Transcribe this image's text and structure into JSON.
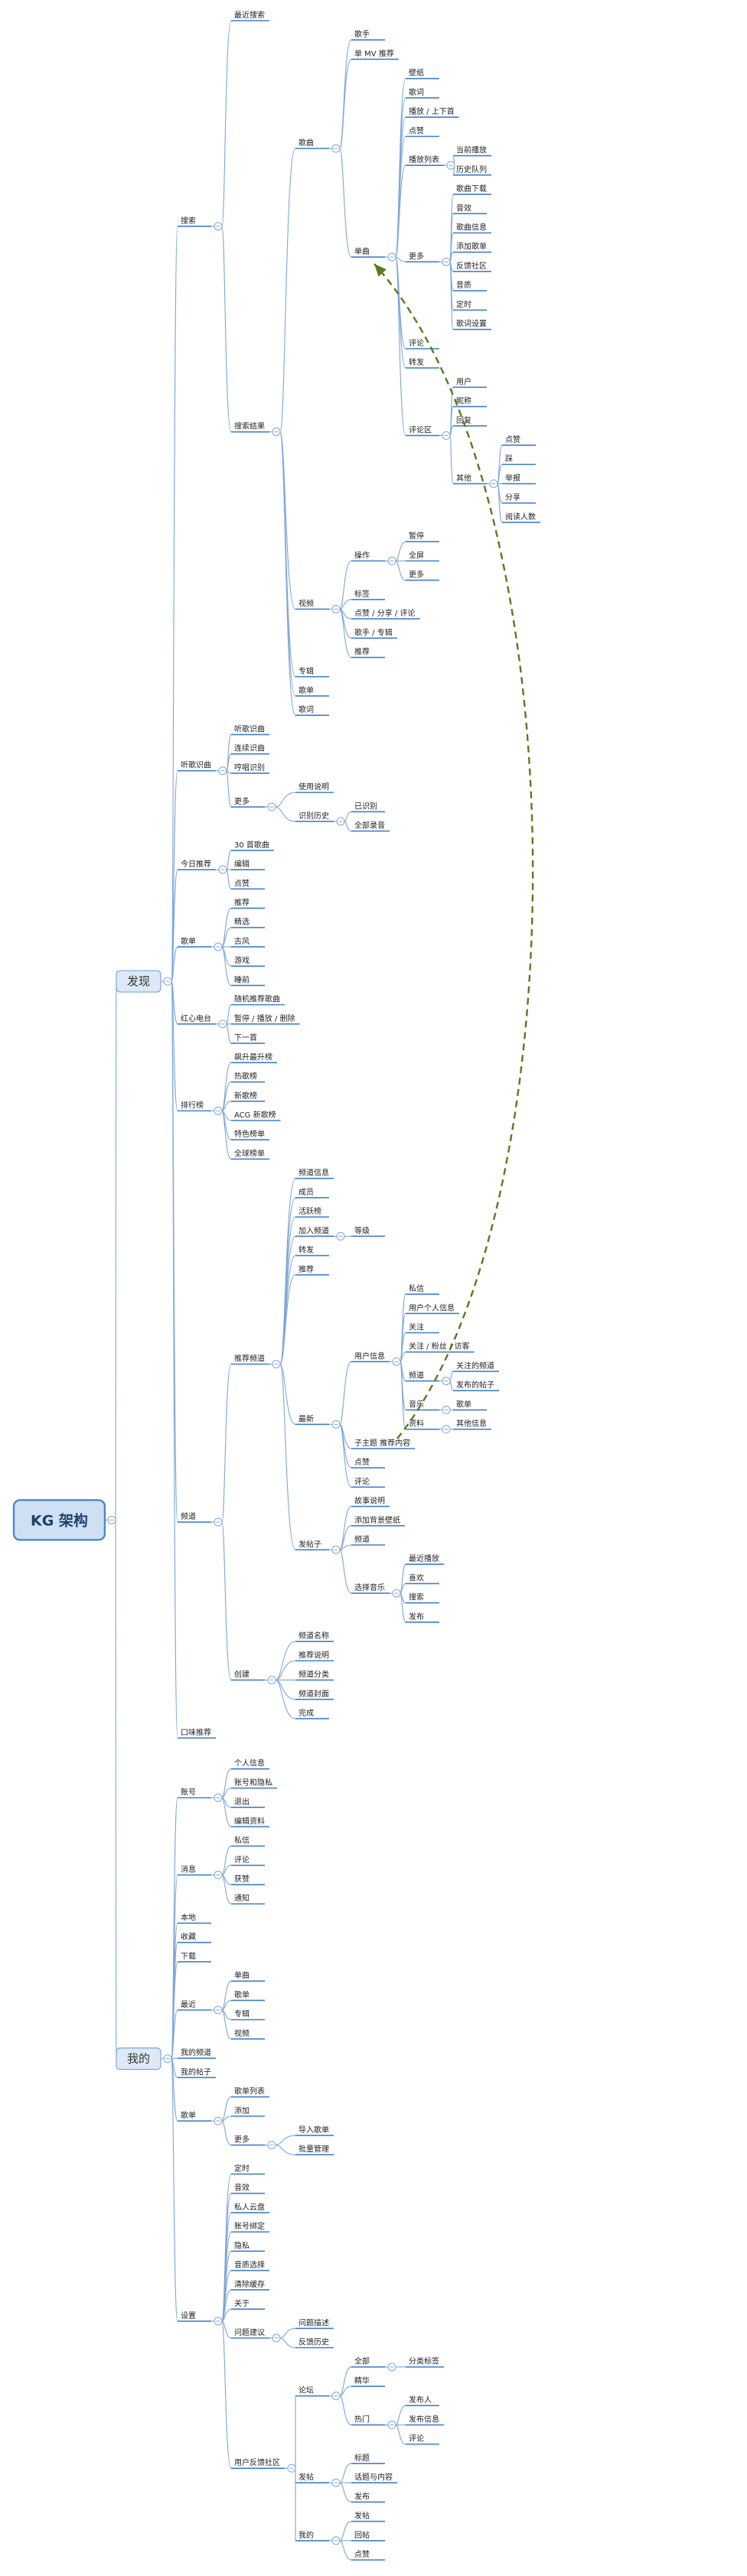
{
  "diagram": {
    "root": {
      "label": "KG 架构",
      "children": [
        {
          "label": "发现",
          "children": [
            {
              "label": "搜索",
              "children": [
                {
                  "label": "最近搜索"
                },
                {
                  "label": "搜索结果",
                  "children": [
                    {
                      "label": "歌曲",
                      "children": [
                        {
                          "label": "歌手"
                        },
                        {
                          "label": "单 MV 推荐"
                        },
                        {
                          "label": "单曲",
                          "children": [
                            {
                              "label": "壁纸"
                            },
                            {
                              "label": "歌词"
                            },
                            {
                              "label": "播放 / 上下首"
                            },
                            {
                              "label": "点赞"
                            },
                            {
                              "label": "播放列表",
                              "children": [
                                {
                                  "label": "当前播放"
                                },
                                {
                                  "label": "历史队列"
                                }
                              ]
                            },
                            {
                              "label": "更多",
                              "children": [
                                {
                                  "label": "歌曲下载"
                                },
                                {
                                  "label": "音效"
                                },
                                {
                                  "label": "歌曲信息"
                                },
                                {
                                  "label": "添加歌单"
                                },
                                {
                                  "label": "反馈社区"
                                },
                                {
                                  "label": "音质"
                                },
                                {
                                  "label": "定时"
                                },
                                {
                                  "label": "歌词设置"
                                }
                              ]
                            },
                            {
                              "label": "评论"
                            },
                            {
                              "label": "转发"
                            },
                            {
                              "label": "评论区",
                              "children": [
                                {
                                  "label": "用户"
                                },
                                {
                                  "label": "昵称"
                                },
                                {
                                  "label": "回复"
                                },
                                {
                                  "label": "其他",
                                  "children": [
                                    {
                                      "label": "点赞"
                                    },
                                    {
                                      "label": "踩"
                                    },
                                    {
                                      "label": "举报"
                                    },
                                    {
                                      "label": "分享"
                                    },
                                    {
                                      "label": "阅读人数"
                                    }
                                  ]
                                }
                              ]
                            }
                          ]
                        }
                      ]
                    },
                    {
                      "label": "视频",
                      "children": [
                        {
                          "label": "操作",
                          "children": [
                            {
                              "label": "暂停"
                            },
                            {
                              "label": "全屏"
                            },
                            {
                              "label": "更多"
                            }
                          ]
                        },
                        {
                          "label": "标签"
                        },
                        {
                          "label": "点赞 / 分享 / 评论"
                        },
                        {
                          "label": "歌手 / 专辑"
                        },
                        {
                          "label": "推荐"
                        }
                      ]
                    },
                    {
                      "label": "专辑"
                    },
                    {
                      "label": "歌单"
                    },
                    {
                      "label": "歌词"
                    }
                  ]
                }
              ]
            },
            {
              "label": "听歌识曲",
              "children": [
                {
                  "label": "听歌识曲"
                },
                {
                  "label": "连续识曲"
                },
                {
                  "label": "哼唱识别"
                },
                {
                  "label": "更多",
                  "children": [
                    {
                      "label": "使用说明"
                    },
                    {
                      "label": "识别历史",
                      "children": [
                        {
                          "label": "已识别"
                        },
                        {
                          "label": "全部录音"
                        }
                      ]
                    }
                  ]
                }
              ]
            },
            {
              "label": "今日推荐",
              "children": [
                {
                  "label": "30 首歌曲"
                },
                {
                  "label": "编辑"
                },
                {
                  "label": "点赞"
                }
              ]
            },
            {
              "label": "歌单",
              "children": [
                {
                  "label": "推荐"
                },
                {
                  "label": "精选"
                },
                {
                  "label": "古风"
                },
                {
                  "label": "游戏"
                },
                {
                  "label": "睡前"
                }
              ]
            },
            {
              "label": "红心电台",
              "children": [
                {
                  "label": "随机推荐歌曲"
                },
                {
                  "label": "暂停 / 播放 / 删除"
                },
                {
                  "label": "下一首"
                }
              ]
            },
            {
              "label": "排行榜",
              "children": [
                {
                  "label": "飙升最升榜"
                },
                {
                  "label": "热歌榜"
                },
                {
                  "label": "新歌榜"
                },
                {
                  "label": "ACG 新歌榜"
                },
                {
                  "label": "特色榜单"
                },
                {
                  "label": "全球榜单"
                }
              ]
            },
            {
              "label": "频道",
              "children": [
                {
                  "label": "推荐频道",
                  "children": [
                    {
                      "label": "频道信息"
                    },
                    {
                      "label": "成员"
                    },
                    {
                      "label": "活跃榜"
                    },
                    {
                      "label": "加入频道",
                      "children": [
                        {
                          "label": "等级"
                        }
                      ]
                    },
                    {
                      "label": "转发"
                    },
                    {
                      "label": "推荐"
                    },
                    {
                      "label": "最新",
                      "children": [
                        {
                          "label": "用户信息",
                          "children": [
                            {
                              "label": "私信"
                            },
                            {
                              "label": "用户个人信息"
                            },
                            {
                              "label": "关注"
                            },
                            {
                              "label": "关注 / 粉丝 / 访客"
                            },
                            {
                              "label": "频道",
                              "children": [
                                {
                                  "label": "关注的频道"
                                },
                                {
                                  "label": "发布的帖子"
                                }
                              ]
                            },
                            {
                              "label": "音乐",
                              "children": [
                                {
                                  "label": "歌单"
                                }
                              ]
                            },
                            {
                              "label": "资料",
                              "children": [
                                {
                                  "label": "其他信息"
                                }
                              ]
                            }
                          ]
                        },
                        {
                          "label": "子主题 推荐内容"
                        },
                        {
                          "label": "点赞"
                        },
                        {
                          "label": "评论"
                        }
                      ]
                    },
                    {
                      "label": "发帖子",
                      "children": [
                        {
                          "label": "故事说明"
                        },
                        {
                          "label": "添加背景壁纸"
                        },
                        {
                          "label": "频道"
                        },
                        {
                          "label": "选择音乐",
                          "children": [
                            {
                              "label": "最近播放"
                            },
                            {
                              "label": "喜欢"
                            },
                            {
                              "label": "搜索"
                            },
                            {
                              "label": "发布"
                            }
                          ]
                        }
                      ]
                    }
                  ]
                },
                {
                  "label": "创建",
                  "children": [
                    {
                      "label": "频道名称"
                    },
                    {
                      "label": "推荐说明"
                    },
                    {
                      "label": "频道分类"
                    },
                    {
                      "label": "频道封面"
                    },
                    {
                      "label": "完成"
                    }
                  ]
                }
              ]
            },
            {
              "label": "口味推荐"
            }
          ]
        },
        {
          "label": "我的",
          "children": [
            {
              "label": "账号",
              "children": [
                {
                  "label": "个人信息"
                },
                {
                  "label": "账号和隐私"
                },
                {
                  "label": "退出"
                },
                {
                  "label": "编辑资料"
                }
              ]
            },
            {
              "label": "消息",
              "children": [
                {
                  "label": "私信"
                },
                {
                  "label": "评论"
                },
                {
                  "label": "获赞"
                },
                {
                  "label": "通知"
                }
              ]
            },
            {
              "label": "本地"
            },
            {
              "label": "收藏"
            },
            {
              "label": "下载"
            },
            {
              "label": "最近",
              "children": [
                {
                  "label": "单曲"
                },
                {
                  "label": "歌单"
                },
                {
                  "label": "专辑"
                },
                {
                  "label": "视频"
                }
              ]
            },
            {
              "label": "我的频道"
            },
            {
              "label": "我的帖子"
            },
            {
              "label": "歌单",
              "children": [
                {
                  "label": "歌单列表"
                },
                {
                  "label": "添加"
                },
                {
                  "label": "更多",
                  "children": [
                    {
                      "label": "导入歌单"
                    },
                    {
                      "label": "批量管理"
                    }
                  ]
                }
              ]
            },
            {
              "label": "设置",
              "children": [
                {
                  "label": "定时"
                },
                {
                  "label": "音效"
                },
                {
                  "label": "私人云盘"
                },
                {
                  "label": "账号绑定"
                },
                {
                  "label": "隐私"
                },
                {
                  "label": "音质选择"
                },
                {
                  "label": "清除缓存"
                },
                {
                  "label": "关于"
                },
                {
                  "label": "问题建议",
                  "children": [
                    {
                      "label": "问题描述"
                    },
                    {
                      "label": "反馈历史"
                    }
                  ]
                },
                {
                  "label": "用户反馈社区",
                  "children": [
                    {
                      "label": "论坛",
                      "children": [
                        {
                          "label": "全部",
                          "children": [
                            {
                              "label": "分类标签"
                            }
                          ]
                        },
                        {
                          "label": "精华"
                        },
                        {
                          "label": "热门",
                          "children": [
                            {
                              "label": "发布人"
                            },
                            {
                              "label": "发布信息"
                            },
                            {
                              "label": "评论"
                            }
                          ]
                        }
                      ]
                    },
                    {
                      "label": "发帖",
                      "children": [
                        {
                          "label": "标题"
                        },
                        {
                          "label": "话题与内容"
                        },
                        {
                          "label": "发布"
                        }
                      ]
                    },
                    {
                      "label": "我的",
                      "children": [
                        {
                          "label": "发帖"
                        },
                        {
                          "label": "回帖"
                        },
                        {
                          "label": "点赞"
                        }
                      ]
                    }
                  ]
                }
              ]
            }
          ]
        }
      ]
    },
    "colors": {
      "edge": "#7ea6d9",
      "underline": "#3f7fcf",
      "arrow": "#5a7a1e",
      "root_fill": "#cfe0f4",
      "top_fill": "#dde9f7"
    }
  }
}
